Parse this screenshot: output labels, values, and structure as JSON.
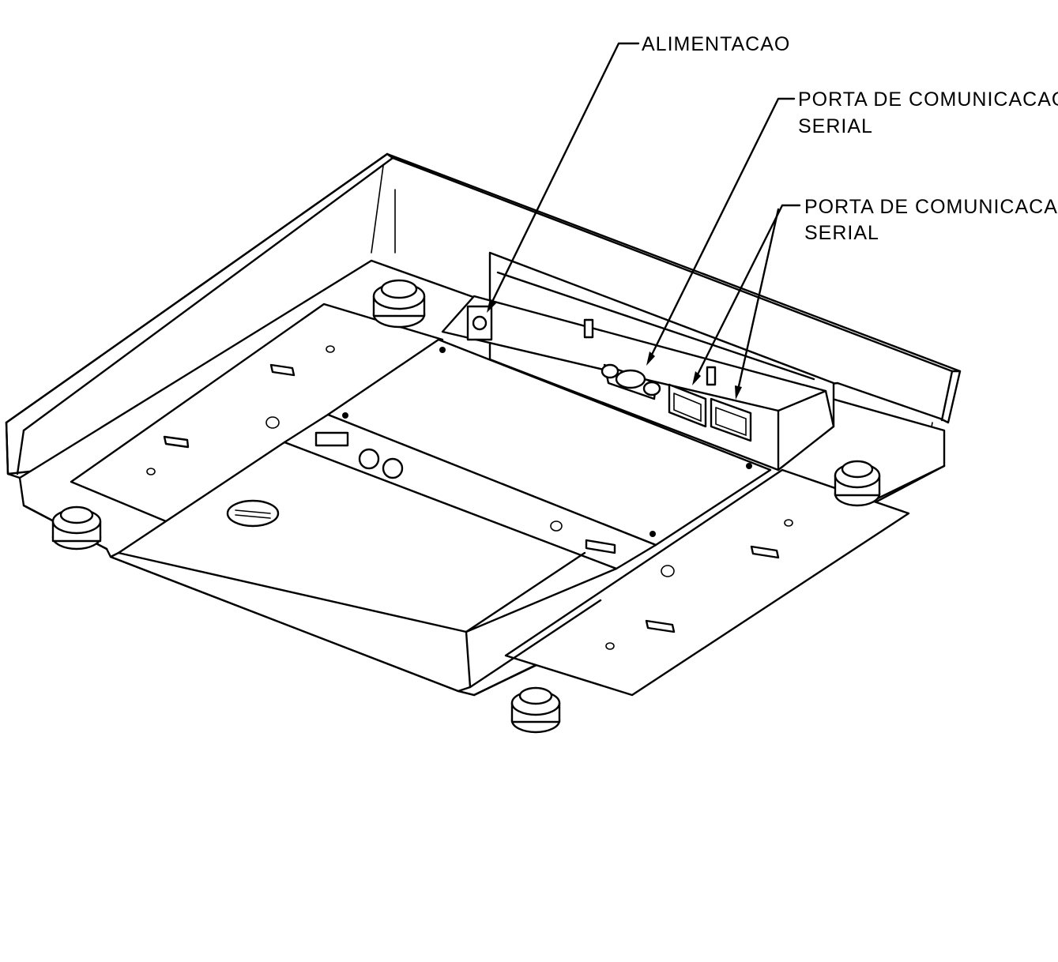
{
  "callouts": {
    "power": "ALIMENTACAO",
    "serial_1_line1": "PORTA DE COMUNICACAO",
    "serial_1_line2": "SERIAL",
    "serial_2_line1": "PORTA DE COMUNICACAO",
    "serial_2_line2": "SERIAL"
  }
}
